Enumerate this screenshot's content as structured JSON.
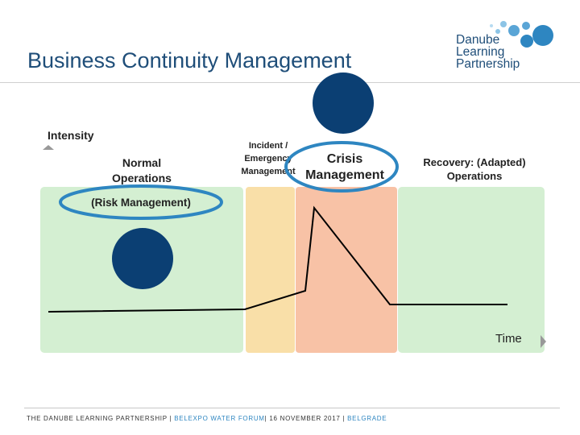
{
  "title": "Business Continuity Management",
  "logo": {
    "text": "Danube\nLearning\nPartnership",
    "colors": {
      "dots": "#2e86c1",
      "text": "#1f4e79"
    }
  },
  "diagram": {
    "y_axis_label": "Intensity",
    "x_axis_label": "Time",
    "phases": [
      {
        "label_line1": "Normal",
        "label_line2": "Operations",
        "sublabel": "(Risk Management)",
        "color": "#d4efd2"
      },
      {
        "label_line1": "Incident /",
        "label_line2": "Emergency",
        "label_line3": "Management",
        "color": "#f9dfa8"
      },
      {
        "label_line1": "Crisis",
        "label_line2": "Management",
        "color": "#f8c2a6"
      },
      {
        "label_line1": "Recovery: (Adapted)",
        "label_line2": "Operations",
        "color": "#d4efd2"
      }
    ],
    "colors": {
      "highlight": "#2e86c1",
      "marker": "#0b3f73",
      "line": "#000000"
    }
  },
  "footer": {
    "part1": "THE DANUBE LEARNING PARTNERSHIP | ",
    "part2": "BELEXPO WATER FORUM",
    "part3": "| 16 NOVEMBER 2017 | ",
    "part4": "BELGRADE"
  }
}
